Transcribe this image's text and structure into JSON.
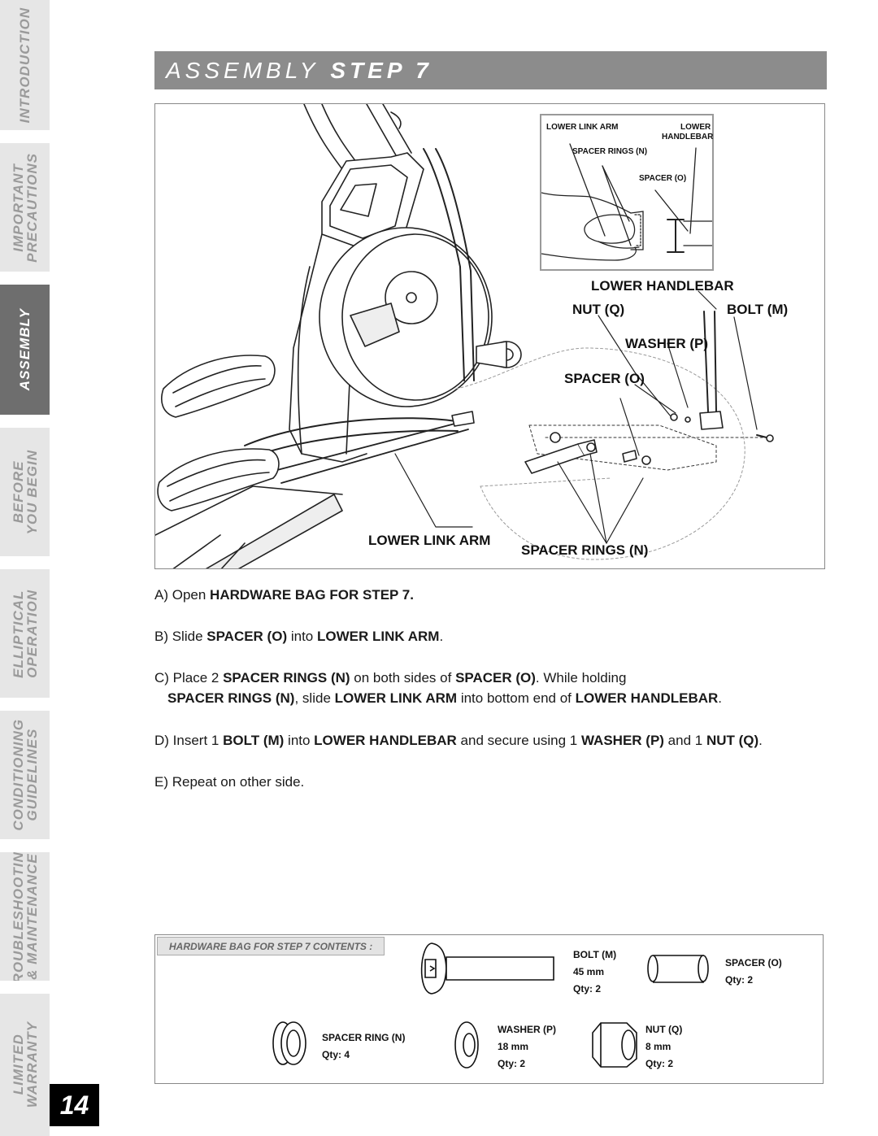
{
  "side_tabs": [
    {
      "label": "INTRODUCTION",
      "active": false
    },
    {
      "label": "IMPORTANT\nPRECAUTIONS",
      "active": false
    },
    {
      "label": "ASSEMBLY",
      "active": true
    },
    {
      "label": "BEFORE\nYOU BEGIN",
      "active": false
    },
    {
      "label": "ELLIPTICAL\nOPERATION",
      "active": false
    },
    {
      "label": "CONDITIONING\nGUIDELINES",
      "active": false
    },
    {
      "label": "TROUBLESHOOTING\n& MAINTENANCE",
      "active": false
    },
    {
      "label": "LIMITED\nWARRANTY",
      "active": false
    }
  ],
  "header": {
    "title": "ASSEMBLY",
    "step": "STEP 7"
  },
  "figure": {
    "inset_labels": {
      "lower_link_arm": "LOWER LINK ARM",
      "lower": "LOWER",
      "handlebar": "HANDLEBAR",
      "spacer_rings": "SPACER RINGS (N)",
      "spacer": "SPACER (O)"
    },
    "callouts": {
      "lower_handlebar": "LOWER HANDLEBAR",
      "nut": "NUT (Q)",
      "bolt": "BOLT (M)",
      "washer": "WASHER (P)",
      "spacer": "SPACER (O)",
      "lower_link_arm": "LOWER LINK ARM",
      "spacer_rings": "SPACER RINGS (N)"
    }
  },
  "instructions": {
    "a": {
      "prefix": "A) Open ",
      "b1": "HARDWARE BAG FOR STEP 7."
    },
    "b": {
      "prefix": "B) Slide ",
      "b1": "SPACER (O)",
      "t1": " into ",
      "b2": "LOWER LINK ARM",
      "t2": "."
    },
    "c": {
      "prefix": "C) Place 2 ",
      "b1": "SPACER RINGS (N)",
      "t1": " on both sides of ",
      "b2": "SPACER (O)",
      "t2": ". While holding",
      "line2_b1": "SPACER RINGS (N)",
      "line2_t1": ", slide ",
      "line2_b2": "LOWER LINK ARM",
      "line2_t2": " into bottom end of ",
      "line2_b3": "LOWER HANDLEBAR",
      "line2_t3": "."
    },
    "d": {
      "prefix": "D) Insert 1 ",
      "b1": "BOLT (M)",
      "t1": " into ",
      "b2": "LOWER HANDLEBAR",
      "t2": " and secure using 1 ",
      "b3": "WASHER (P)",
      "t3": " and 1 ",
      "b4": "NUT (Q)",
      "t4": "."
    },
    "e": {
      "text": "E) Repeat on other side."
    }
  },
  "hardware": {
    "title": "HARDWARE BAG FOR STEP 7 CONTENTS :",
    "bolt": {
      "name": "BOLT (M)",
      "size": "45 mm",
      "qty": "Qty: 2"
    },
    "spacer": {
      "name": "SPACER (O)",
      "qty": "Qty: 2"
    },
    "spacer_ring": {
      "name": "SPACER RING (N)",
      "qty": "Qty: 4"
    },
    "washer": {
      "name": "WASHER (P)",
      "size": "18 mm",
      "qty": "Qty: 2"
    },
    "nut": {
      "name": "NUT (Q)",
      "size": "8 mm",
      "qty": "Qty: 2"
    }
  },
  "page_number": "14"
}
